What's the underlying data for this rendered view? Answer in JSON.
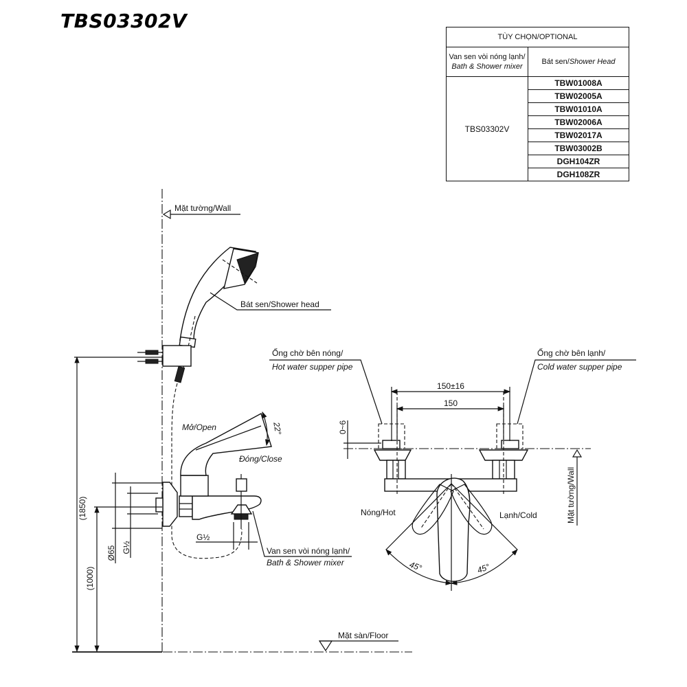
{
  "title": "TBS03302V",
  "optional_table": {
    "header": "TÙY CHỌN/OPTIONAL",
    "col1_header_vi": "Van sen vòi nóng lạnh/",
    "col1_header_en": "Bath & Shower mixer",
    "col2_header_vi": "Bát sen/",
    "col2_header_en": "Shower Head",
    "mixer_model": "TBS03302V",
    "shower_heads": [
      "TBW01008A",
      "TBW02005A",
      "TBW01010A",
      "TBW02006A",
      "TBW02017A",
      "TBW03002B",
      "DGH104ZR",
      "DGH108ZR"
    ]
  },
  "side_view": {
    "wall_label_vi": "Mặt tường/",
    "wall_label_en": "Wall",
    "shower_head_label_vi": "Bát sen/",
    "shower_head_label_en": "Shower head",
    "open_label": "Mở/Open",
    "close_label": "Đóng/Close",
    "handle_angle": "22°",
    "mixer_label_vi": "Van sen vòi nóng lạnh/",
    "mixer_label_en": "Bath & Shower mixer",
    "floor_label_vi": "Mặt sàn/",
    "floor_label_en": "Floor",
    "dim_total_height": "(1850)",
    "dim_mixer_height": "(1000)",
    "dim_flange_dia": "Ø65",
    "dim_thread_wall": "G½",
    "dim_thread_outlet": "G½"
  },
  "front_view": {
    "hot_pipe_label_vi": "Ống chờ bên nóng/",
    "hot_pipe_label_en": "Hot water supper pipe",
    "cold_pipe_label_vi": "Ống chờ bên lạnh/",
    "cold_pipe_label_en": "Cold water supper pipe",
    "dim_center_tolerance": "150±16",
    "dim_center": "150",
    "dim_offset": "0~6",
    "hot_label_vi": "Nóng/",
    "hot_label_en": "Hot",
    "cold_label_vi": "Lạnh/",
    "cold_label_en": "Cold",
    "angle_left": "45°",
    "angle_right": "45°",
    "wall_label_vi": "Mặt tường/",
    "wall_label_en": "Wall"
  }
}
